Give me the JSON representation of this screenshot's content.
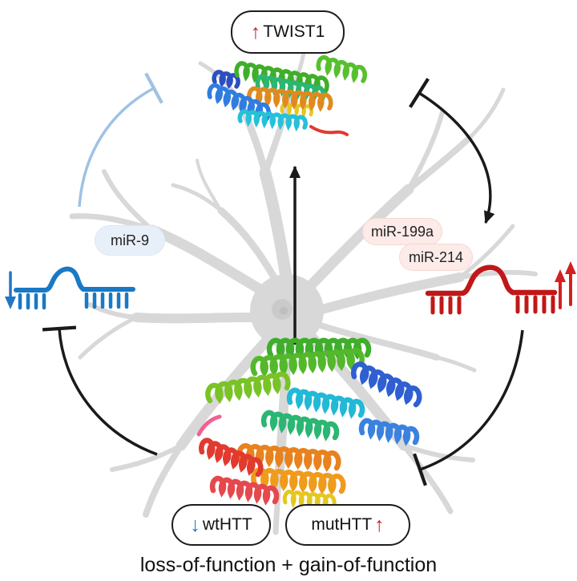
{
  "figure": {
    "caption": "loss-of-function + gain-of-function"
  },
  "nodes": {
    "twist1": {
      "label": "TWIST1",
      "trend": "up"
    },
    "mir9": {
      "label": "miR-9",
      "trend": "down"
    },
    "mir199a": {
      "label": "miR-199a",
      "trend": "up"
    },
    "mir214": {
      "label": "miR-214",
      "trend": "up"
    },
    "wthtt": {
      "label": "wtHTT",
      "trend": "down"
    },
    "muthtt": {
      "label": "mutHTT",
      "trend": "up"
    }
  },
  "glyphs": {
    "up": "↑",
    "down": "↓"
  },
  "edges": [
    {
      "from": "miR-9",
      "to": "TWIST1",
      "type": "inhibition",
      "state": "weakened"
    },
    {
      "from": "TWIST1",
      "to": "miR-199a/miR-214",
      "type": "activation"
    },
    {
      "from": "miR-199a/miR-214",
      "to": "HTT",
      "type": "inhibition"
    },
    {
      "from": "HTT",
      "to": "miR-9",
      "type": "inhibition"
    },
    {
      "from": "HTT",
      "to": "TWIST1",
      "type": "upregulation"
    }
  ],
  "icons": {
    "mirna_blue": "mirna-hairpin-icon",
    "mirna_red": "mirna-hairpin-icon",
    "protein_top": "protein-ribbon-structure",
    "protein_bottom": "protein-ribbon-structure",
    "background": "neuron-silhouette"
  },
  "colors": {
    "up_red": "#d81f1f",
    "down_blue": "#1f78c2",
    "mirna_blue": "#1a79c4",
    "mirna_red": "#c01818",
    "pill_blue_bg": "#e7eff9",
    "pill_pink_bg": "#fcebe8",
    "neuron_gray": "#d8d8d8",
    "edge_black": "#1a1a1a",
    "edge_faded_blue": "#9fc2e5"
  }
}
